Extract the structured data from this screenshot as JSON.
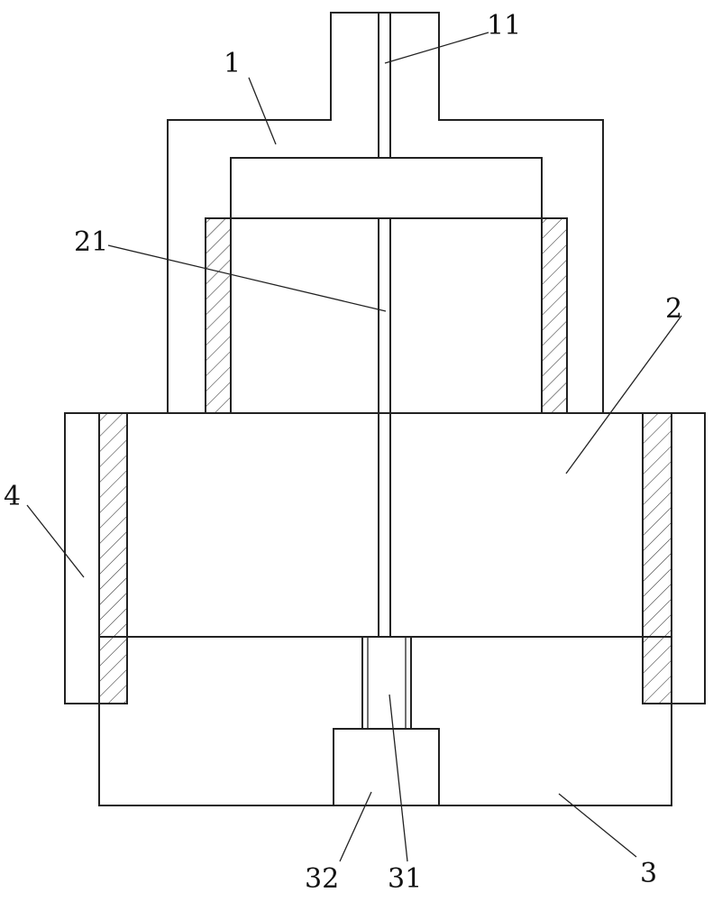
{
  "labels": {
    "part_1": "1",
    "channel_11": "11",
    "channel_21": "21",
    "part_2": "2",
    "part_4": "4",
    "part_3": "3",
    "cavity_32": "32",
    "channel_31": "31"
  },
  "colors": {
    "line": "#222222",
    "background": "#ffffff"
  }
}
